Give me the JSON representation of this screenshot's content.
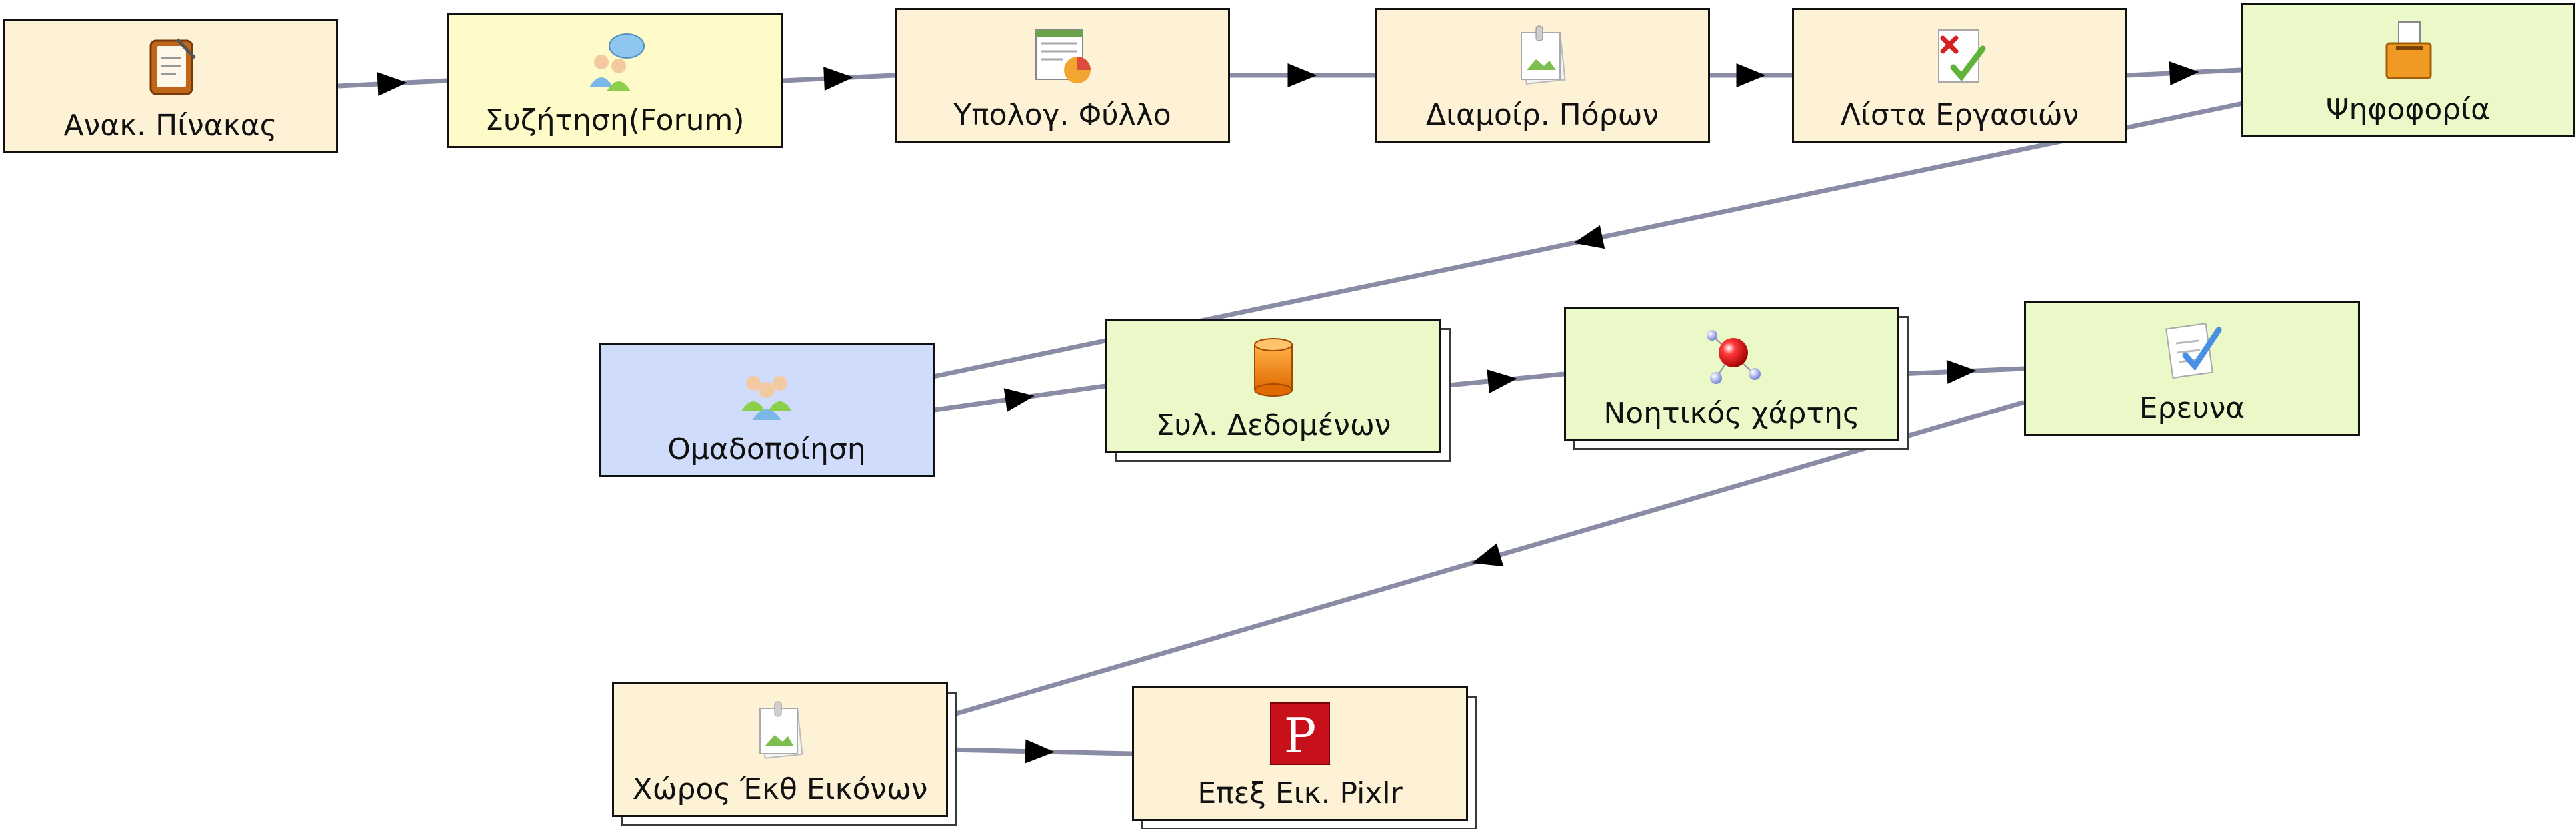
{
  "colors": {
    "tool": "#fdf1d6",
    "forum": "#fffbc9",
    "gate": "#eaf9c7",
    "grouping": "#cfdcfb",
    "edge": "#8a8ca6",
    "border": "#111111"
  },
  "nodes": [
    {
      "id": "n1",
      "label": "Ανακ. Πίνακας",
      "icon": "notice-board-icon",
      "kind": "tool"
    },
    {
      "id": "n2",
      "label": "Συζήτηση(Forum)",
      "icon": "forum-icon",
      "kind": "forum"
    },
    {
      "id": "n3",
      "label": "Υπολογ. Φύλλο",
      "icon": "spreadsheet-icon",
      "kind": "tool"
    },
    {
      "id": "n4",
      "label": "Διαμοίρ. Πόρων",
      "icon": "share-resources-icon",
      "kind": "tool"
    },
    {
      "id": "n5",
      "label": "Λίστα Εργασιών",
      "icon": "task-list-icon",
      "kind": "tool"
    },
    {
      "id": "n6",
      "label": "Ψηφοφορία",
      "icon": "voting-icon",
      "kind": "gate"
    },
    {
      "id": "n7",
      "label": "Ομαδοποίηση",
      "icon": "grouping-icon",
      "kind": "grouping"
    },
    {
      "id": "n8",
      "label": "Συλ. Δεδομένων",
      "icon": "data-collection-icon",
      "kind": "gate"
    },
    {
      "id": "n9",
      "label": "Νοητικός χάρτης",
      "icon": "mindmap-icon",
      "kind": "gate"
    },
    {
      "id": "n10",
      "label": "Ερευνα",
      "icon": "survey-icon",
      "kind": "gate"
    },
    {
      "id": "n11",
      "label": "Χώρος Έκθ Εικόνων",
      "icon": "image-gallery-icon",
      "kind": "tool"
    },
    {
      "id": "n12",
      "label": "Επεξ Εικ. Pixlr",
      "icon": "pixlr-icon",
      "kind": "tool"
    }
  ],
  "edges": [
    [
      "n1",
      "n2"
    ],
    [
      "n2",
      "n3"
    ],
    [
      "n3",
      "n4"
    ],
    [
      "n4",
      "n5"
    ],
    [
      "n5",
      "n6"
    ],
    [
      "n6",
      "n7"
    ],
    [
      "n7",
      "n8"
    ],
    [
      "n8",
      "n9"
    ],
    [
      "n9",
      "n10"
    ],
    [
      "n10",
      "n11"
    ],
    [
      "n11",
      "n12"
    ]
  ],
  "pixlr_letter": "P"
}
